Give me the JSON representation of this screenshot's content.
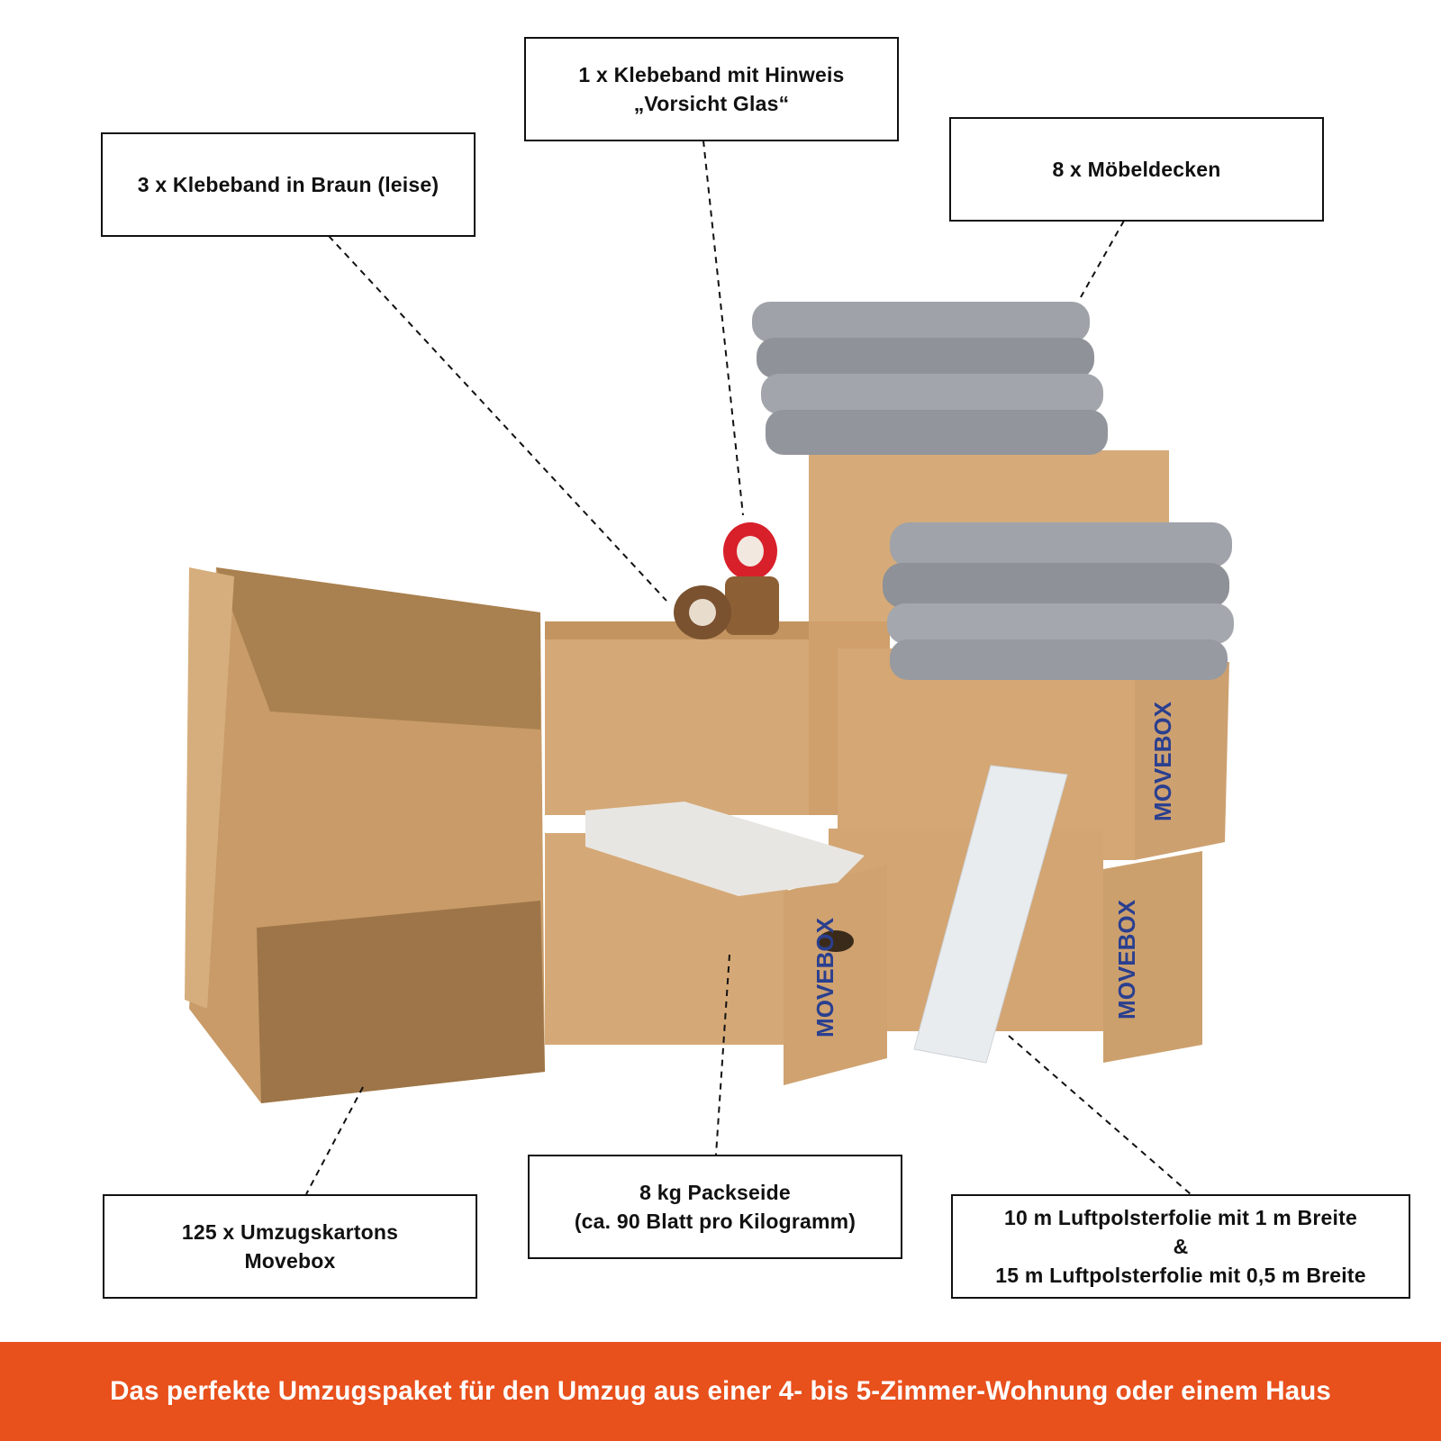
{
  "callouts": {
    "glass_tape": {
      "line1": "1 x Klebeband mit Hinweis",
      "line2": "„Vorsicht Glas“"
    },
    "brown_tape": {
      "line1": "3 x Klebeband in Braun (leise)"
    },
    "blankets": {
      "line1": "8 x Möbeldecken"
    },
    "boxes": {
      "line1": "125 x Umzugskartons",
      "line2": "Movebox"
    },
    "tissue": {
      "line1": "8 kg Packseide",
      "line2": "(ca. 90 Blatt pro Kilogramm)"
    },
    "bubble_wrap": {
      "line1": "10 m Luftpolsterfolie mit 1 m Breite",
      "line2": "&",
      "line3": "15 m Luftpolsterfolie mit 0,5 m Breite"
    }
  },
  "product": {
    "box_brand": "MOVEBOX"
  },
  "banner": {
    "text": "Das perfekte Umzugspaket für den Umzug aus einer 4- bis 5-Zimmer-Wohnung oder einem Haus"
  },
  "colors": {
    "banner": "#e8501c",
    "cardboard": "#d2a877",
    "blanket": "#9a9da3",
    "brand_blue": "#2a3f8f"
  }
}
